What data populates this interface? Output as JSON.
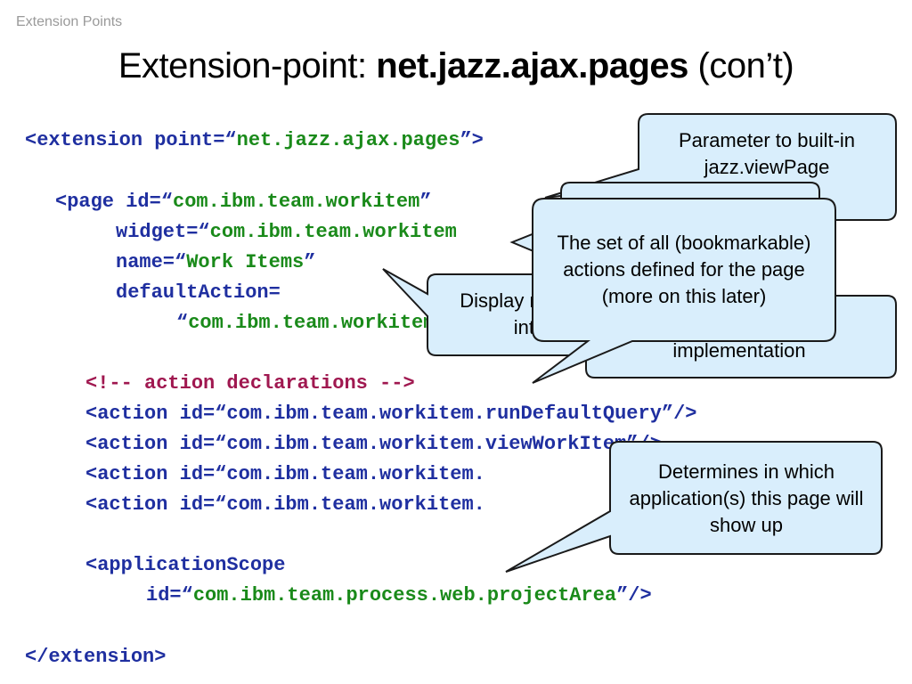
{
  "header": {
    "section_label": "Extension Points"
  },
  "title": {
    "prefix": "Extension-point: ",
    "bold": "net.jazz.ajax.pages",
    "suffix": " (con’t)"
  },
  "code": {
    "l1": {
      "t1": "<extension point=“",
      "t2": "net.jazz.ajax.pages",
      "t3": "”>"
    },
    "l2": {
      "t1": "<page id=“",
      "t2": "com.ibm.team.workitem",
      "t3": "”"
    },
    "l3": {
      "t1": "widget=“",
      "t2": "com.ibm.team.workitem",
      "t3": ""
    },
    "l4": {
      "t1": "name=“",
      "t2": "Work Items",
      "t3": "”"
    },
    "l5": {
      "t1": "defaultAction="
    },
    "l6": {
      "t1": "“",
      "t2": "com.ibm.team.workitem",
      "t3": ""
    },
    "l7": {
      "t1": "<!-- action declarations -->"
    },
    "l8": {
      "t1": "<action id=“com.ibm.team.workitem.runDefaultQuery”/>"
    },
    "l9": {
      "t1": "<action id=“com.ibm.team.workitem.viewWorkItem”/>"
    },
    "l10": {
      "t1": "<action id=“com.ibm.team.workitem."
    },
    "l11": {
      "t1": "<action id=“com.ibm.team.workitem."
    },
    "l12": {
      "t1": "<applicationScope"
    },
    "l13": {
      "t1": "id=“",
      "t2": "com.ibm.team.process.web.projectArea",
      "t3": "”/>"
    },
    "l14": {
      "t1": "</extension>"
    }
  },
  "callouts": {
    "viewpage": "Parameter to built-in jazz.viewPage",
    "display_name": "Display name in user interface",
    "widget_impl": "Reference to widget implementation",
    "actions": "The set of all (bookmarkable) actions defined for the page (more on this later)",
    "scope": "Determines in which application(s) this page will show up"
  },
  "colors": {
    "code_blue": "#1f2fa0",
    "code_green": "#1a8a1a",
    "comment_red": "#a01850",
    "callout_fill": "#d9eefc",
    "callout_stroke": "#1a1a1a"
  }
}
